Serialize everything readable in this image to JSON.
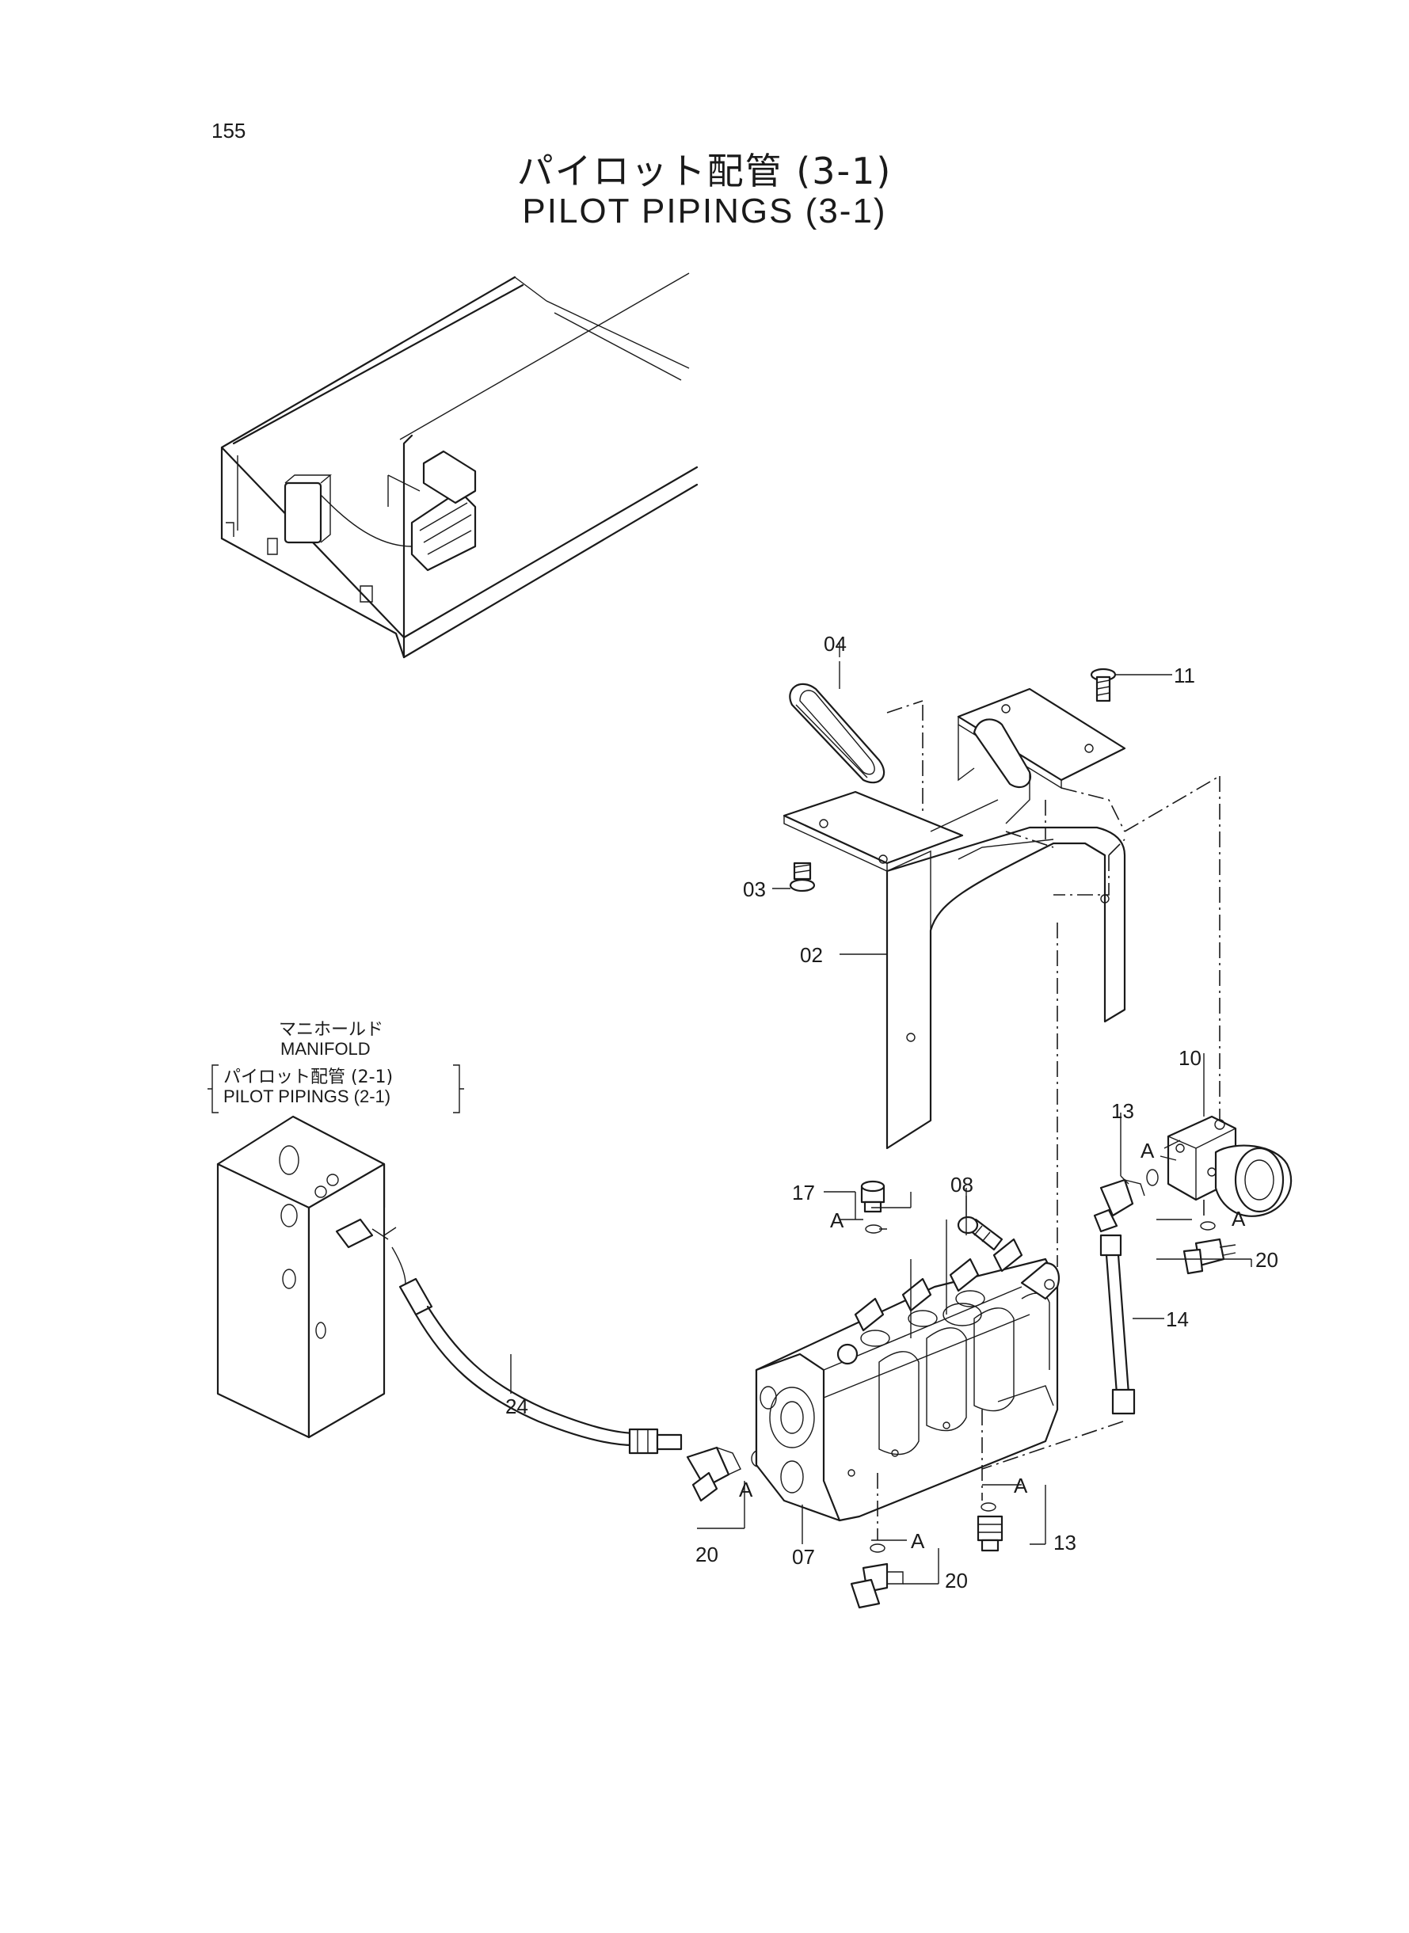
{
  "page_number": "155",
  "title_jp": "パイロット配管 (3-1)",
  "title_en": "PILOT PIPINGS (3-1)",
  "manifold_note": {
    "line1": "マニホールド",
    "line2": "MANIFOLD",
    "line3": "パイロット配管 (2-1)",
    "line4": "PILOT PIPINGS (2-1)"
  },
  "callouts": {
    "p02": "02",
    "p03": "03",
    "p04": "04",
    "p07": "07",
    "p08": "08",
    "p10": "10",
    "p11": "11",
    "p13a": "13",
    "p13b": "13",
    "p14": "14",
    "p17": "17",
    "p20a": "20",
    "p20b": "20",
    "p20c": "20",
    "p24": "24"
  },
  "detail_marks": {
    "a1": "A",
    "a2": "A",
    "a3": "A",
    "a4": "A",
    "a5": "A",
    "a6": "A"
  }
}
